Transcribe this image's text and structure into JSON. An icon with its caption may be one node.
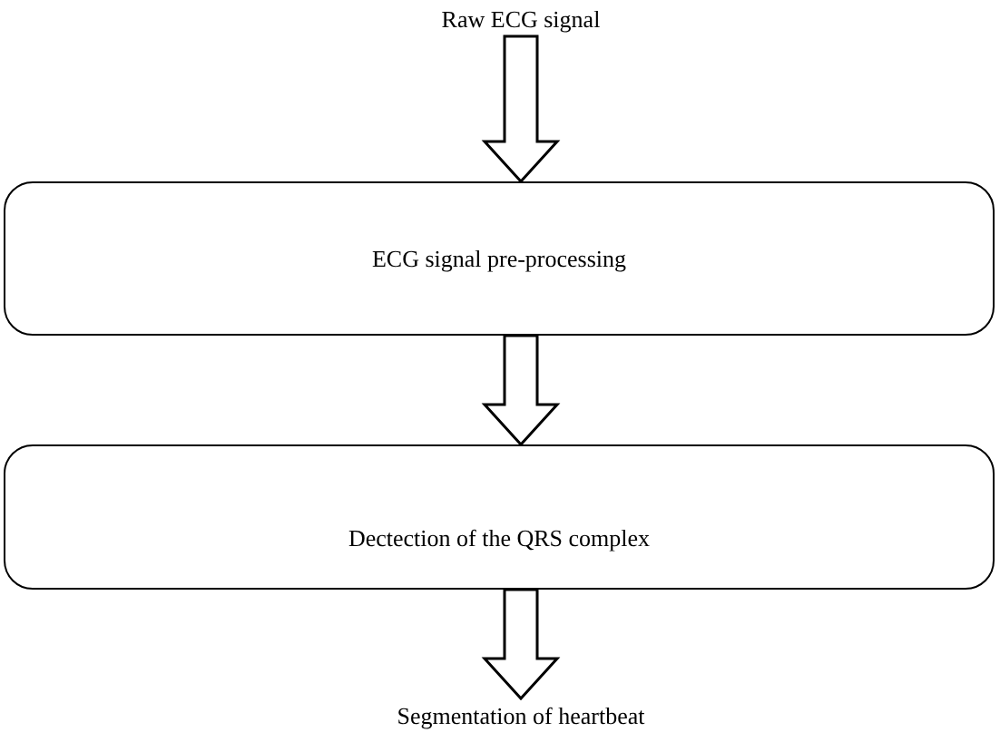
{
  "diagram": {
    "nodes": [
      {
        "text": [
          "Raw ECG signal"
        ]
      },
      {
        "text": [
          "ECG signal pre-processing"
        ]
      },
      {
        "text": [
          "Dectection of the QRS complex"
        ]
      },
      {
        "text": [
          "Segmentation of heartbeat"
        ]
      }
    ],
    "edges": [
      {
        "from": 0,
        "to": 1,
        "arrow": "to"
      },
      {
        "from": 1,
        "to": 2,
        "arrow": "to"
      },
      {
        "from": 2,
        "to": 3,
        "arrow": "to"
      }
    ]
  }
}
